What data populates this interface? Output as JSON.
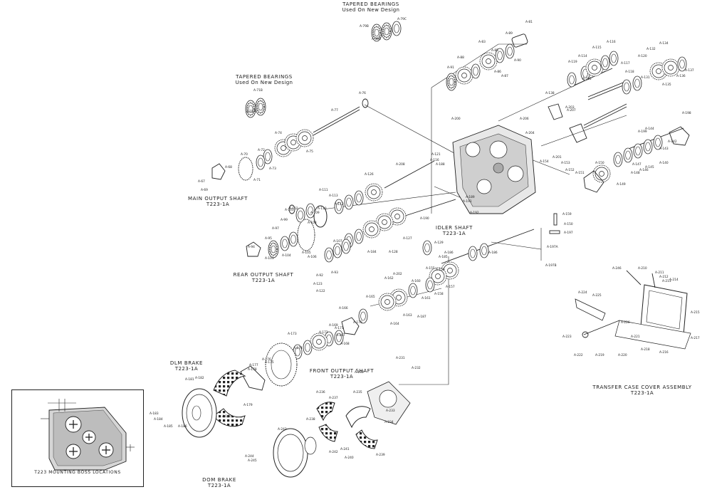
{
  "captions": {
    "tapered_top": {
      "title": "Tapered Bearings",
      "sub": "Used On New Design"
    },
    "tapered_left": {
      "title": "Tapered Bearings",
      "sub": "Used On New Design"
    },
    "main_output": {
      "title": "Main Output Shaft",
      "sub": "T223-1A"
    },
    "rear_output": {
      "title": "Rear Output Shaft",
      "sub": "T223-1A"
    },
    "idler": {
      "title": "Idler Shaft",
      "sub": "T223-1A"
    },
    "front_output": {
      "title": "Front Output Shaft",
      "sub": "T223-1A"
    },
    "dlm_brake": {
      "title": "DLM Brake",
      "sub": "T223-1A"
    },
    "dom_brake": {
      "title": "DOM Brake",
      "sub": "T223-1A"
    },
    "cover": {
      "title": "Transfer Case Cover Assembly",
      "sub": "T223-1A"
    },
    "mounting": {
      "title": "T223 Mounting Boss Locations"
    }
  },
  "part_labels": [
    "A-79B",
    "A-79A",
    "A-79C",
    "A-81",
    "A-83",
    "A-85",
    "A-86",
    "A-87",
    "A-88",
    "A-89",
    "A-90",
    "A-91",
    "A-71B",
    "A-71A",
    "A-76",
    "A-77",
    "A-74",
    "A-75",
    "A-70",
    "A-72",
    "A-73",
    "A-71",
    "A-68",
    "A-67",
    "A-69",
    "A-119",
    "A-114",
    "A-115",
    "A-116",
    "A-117",
    "A-118",
    "A-120",
    "A-131",
    "A-132",
    "A-134",
    "A-135",
    "A-136",
    "A-137",
    "A-138",
    "A-203",
    "A-204",
    "A-205",
    "A-206",
    "A-207",
    "A-200",
    "A-208",
    "A-126",
    "A-113",
    "A-111",
    "A-112",
    "A-109",
    "A-108",
    "A-110",
    "A-107",
    "A-106",
    "A-105",
    "A-104",
    "A-103",
    "A-102",
    "A-101",
    "A-99",
    "A-97",
    "A-95",
    "A-94",
    "A-93",
    "A-92",
    "A-123",
    "A-122",
    "A-121",
    "A-116",
    "A-188",
    "A-192",
    "A-191",
    "A-189",
    "A-186",
    "A-190",
    "A-129",
    "A-127",
    "A-128",
    "A-184",
    "A-185",
    "A-186",
    "A-156",
    "A-155",
    "A-157",
    "A-158",
    "A-159",
    "A-150",
    "A-197",
    "A-197A",
    "A-197B",
    "A-198",
    "A-199",
    "A-144",
    "A-143",
    "A-142",
    "A-140",
    "A-145",
    "A-146",
    "A-147",
    "A-148",
    "A-149",
    "A-150",
    "A-151",
    "A-152",
    "A-153",
    "A-154",
    "A-201",
    "A-202",
    "A-162",
    "A-161",
    "A-160",
    "A-163",
    "A-164",
    "A-165",
    "A-166",
    "A-167",
    "A-168",
    "A-169",
    "A-170",
    "A-171",
    "A-172",
    "A-173",
    "A-174",
    "A-175",
    "A-176",
    "A-177",
    "A-178",
    "A-179",
    "A-180",
    "A-181",
    "A-182",
    "A-183",
    "A-184",
    "A-185",
    "A-186",
    "A-187",
    "A-230",
    "A-231",
    "A-232",
    "A-233",
    "A-234",
    "A-235",
    "A-236",
    "A-237",
    "A-238",
    "A-239",
    "A-240",
    "A-241",
    "A-242",
    "A-243",
    "A-244",
    "A-245",
    "A-246",
    "A-210",
    "A-211",
    "A-212",
    "A-213",
    "A-214",
    "A-215",
    "A-216",
    "A-217",
    "A-218",
    "A-219",
    "A-220",
    "A-221",
    "A-222",
    "A-223",
    "A-224",
    "A-225",
    "A-226"
  ]
}
